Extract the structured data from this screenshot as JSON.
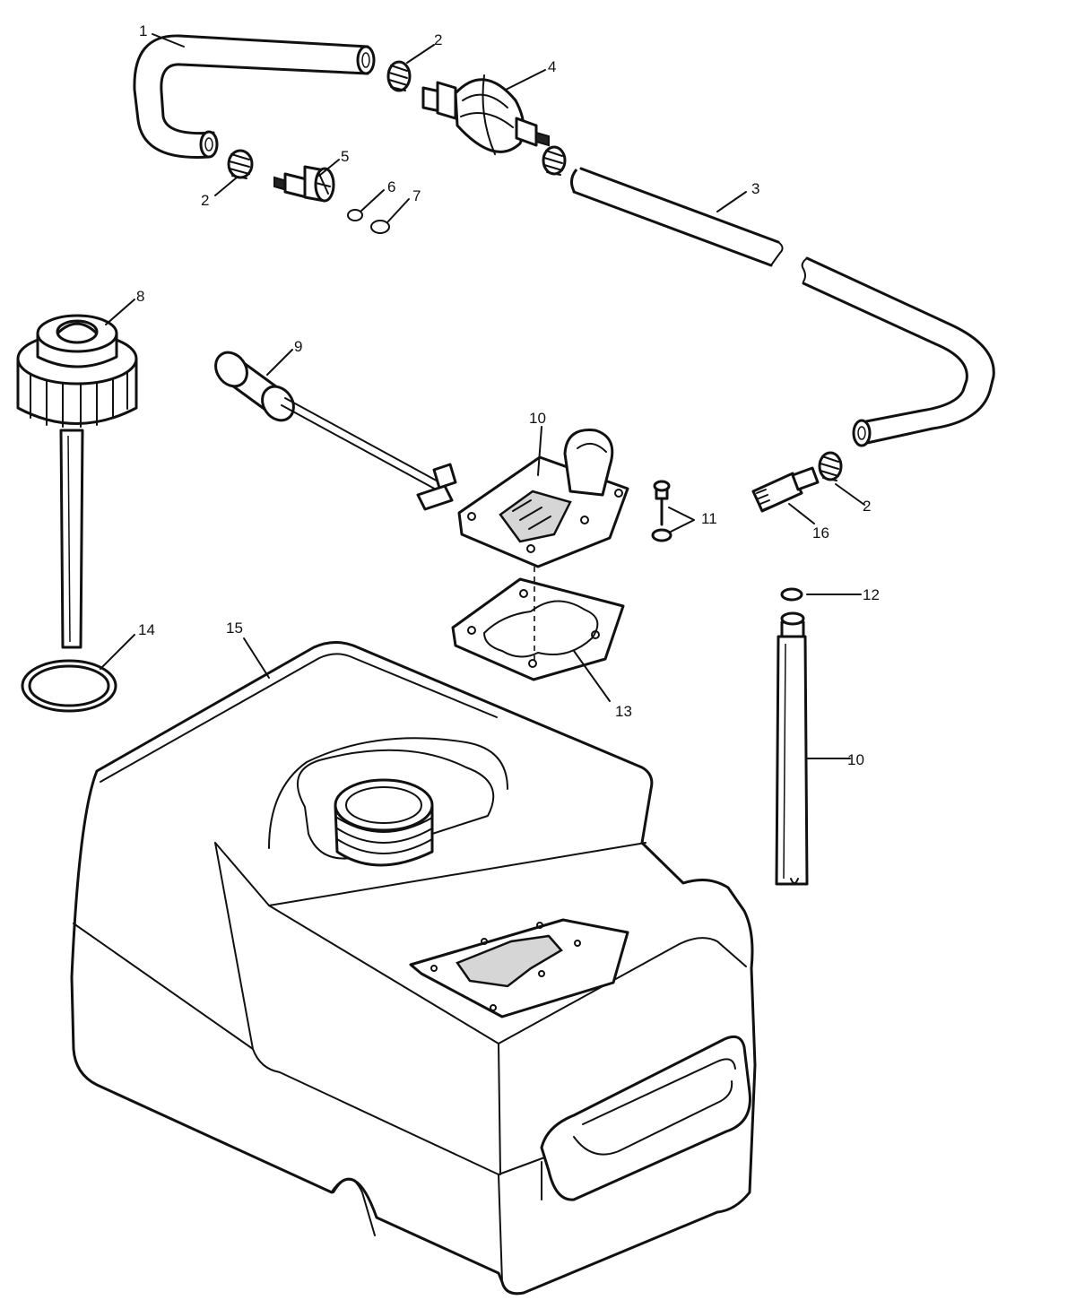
{
  "diagram": {
    "callouts": [
      {
        "id": "c1",
        "label": "1"
      },
      {
        "id": "c2a",
        "label": "2"
      },
      {
        "id": "c2b",
        "label": "2"
      },
      {
        "id": "c2c",
        "label": "2"
      },
      {
        "id": "c3",
        "label": "3"
      },
      {
        "id": "c4",
        "label": "4"
      },
      {
        "id": "c5",
        "label": "5"
      },
      {
        "id": "c6",
        "label": "6"
      },
      {
        "id": "c7",
        "label": "7"
      },
      {
        "id": "c8",
        "label": "8"
      },
      {
        "id": "c9",
        "label": "9"
      },
      {
        "id": "c10a",
        "label": "10"
      },
      {
        "id": "c10b",
        "label": "10"
      },
      {
        "id": "c11",
        "label": "11"
      },
      {
        "id": "c12",
        "label": "12"
      },
      {
        "id": "c13",
        "label": "13"
      },
      {
        "id": "c14",
        "label": "14"
      },
      {
        "id": "c15",
        "label": "15"
      },
      {
        "id": "c16",
        "label": "16"
      }
    ]
  }
}
